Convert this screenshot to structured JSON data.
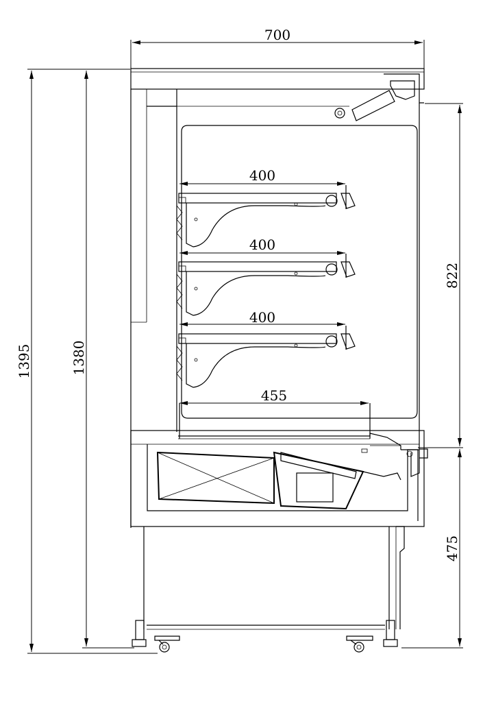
{
  "dimensions": {
    "overall_width": "700",
    "overall_height": "1395",
    "cabinet_height": "1380",
    "display_height": "822",
    "base_height": "475",
    "shelf_1_depth": "400",
    "shelf_2_depth": "400",
    "shelf_3_depth": "400",
    "base_shelf_depth": "455"
  }
}
